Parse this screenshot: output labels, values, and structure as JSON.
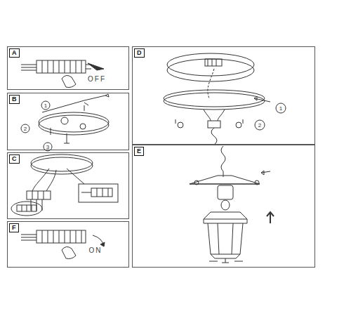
{
  "diagram": {
    "nodes": [
      {
        "text": [
          "A"
        ]
      },
      {
        "text": [
          "B"
        ]
      },
      {
        "text": [
          "C"
        ]
      },
      {
        "text": [
          "F"
        ]
      },
      {
        "text": [
          "D"
        ]
      },
      {
        "text": [
          "E"
        ]
      }
    ],
    "labels": [
      "OFF",
      "1",
      "2",
      "3",
      "1",
      "2",
      "ON"
    ]
  }
}
